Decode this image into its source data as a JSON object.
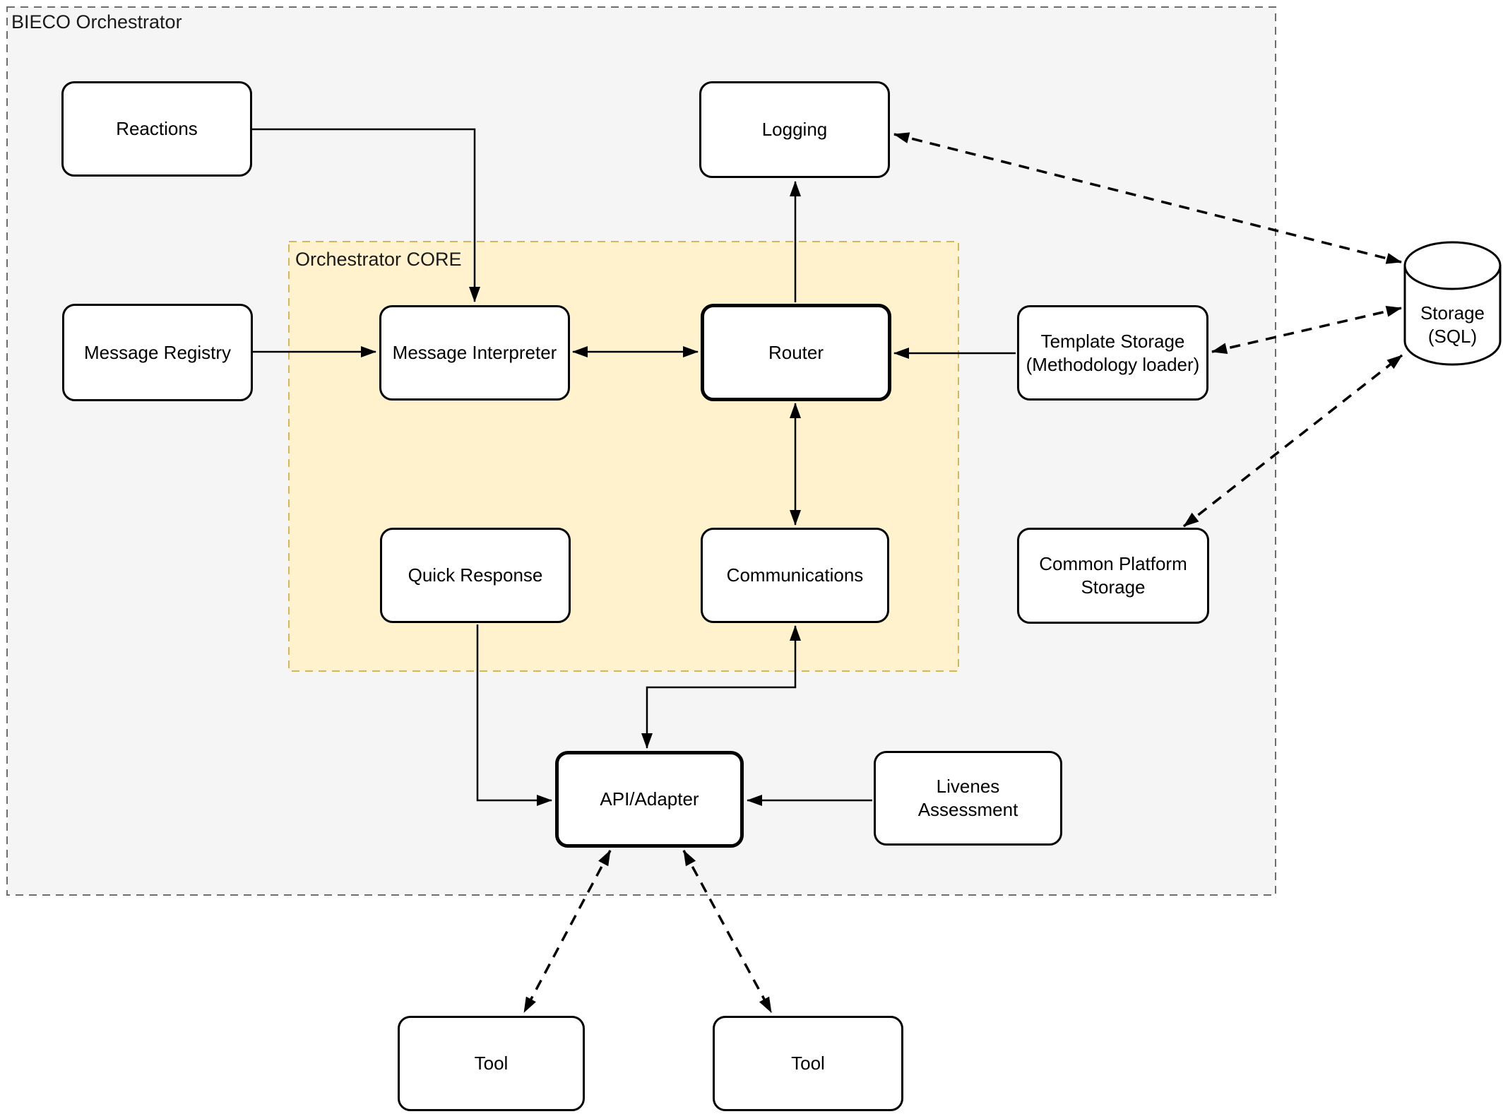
{
  "diagram": {
    "title": "BIECO Orchestrator",
    "core_label": "Orchestrator CORE",
    "nodes": {
      "reactions": {
        "label": "Reactions"
      },
      "logging": {
        "label": "Logging"
      },
      "message_registry": {
        "label": "Message Registry"
      },
      "message_interpreter": {
        "label": "Message Interpreter"
      },
      "router": {
        "label": "Router"
      },
      "template_storage": {
        "line1": "Template Storage",
        "line2": "(Methodology loader)"
      },
      "quick_response": {
        "label": "Quick Response"
      },
      "communications": {
        "label": "Communications"
      },
      "common_platform_storage": {
        "line1": "Common Platform",
        "line2": "Storage"
      },
      "api_adapter": {
        "label": "API/Adapter"
      },
      "livenes_assessment": {
        "line1": "Livenes",
        "line2": "Assessment"
      },
      "tool_left": {
        "label": "Tool"
      },
      "tool_right": {
        "label": "Tool"
      },
      "storage_sql": {
        "line1": "Storage",
        "line2": "(SQL)"
      }
    },
    "edges": [
      {
        "from": "Reactions",
        "to": "Message Interpreter",
        "style": "solid",
        "arrows": "end"
      },
      {
        "from": "Message Registry",
        "to": "Message Interpreter",
        "style": "solid",
        "arrows": "end"
      },
      {
        "from": "Message Interpreter",
        "to": "Router",
        "style": "solid",
        "arrows": "both"
      },
      {
        "from": "Router",
        "to": "Logging",
        "style": "solid",
        "arrows": "end"
      },
      {
        "from": "Router",
        "to": "Communications",
        "style": "solid",
        "arrows": "both"
      },
      {
        "from": "Template Storage (Methodology loader)",
        "to": "Router",
        "style": "solid",
        "arrows": "end"
      },
      {
        "from": "Quick Response",
        "to": "API/Adapter",
        "style": "solid",
        "arrows": "end"
      },
      {
        "from": "API/Adapter",
        "to": "Communications",
        "style": "solid",
        "arrows": "both"
      },
      {
        "from": "Livenes Assessment",
        "to": "API/Adapter",
        "style": "solid",
        "arrows": "end"
      },
      {
        "from": "Logging",
        "to": "Storage (SQL)",
        "style": "dashed",
        "arrows": "both"
      },
      {
        "from": "Template Storage (Methodology loader)",
        "to": "Storage (SQL)",
        "style": "dashed",
        "arrows": "both"
      },
      {
        "from": "Common Platform Storage",
        "to": "Storage (SQL)",
        "style": "dashed",
        "arrows": "both"
      },
      {
        "from": "API/Adapter",
        "to": "Tool (left)",
        "style": "dashed",
        "arrows": "both"
      },
      {
        "from": "API/Adapter",
        "to": "Tool (right)",
        "style": "dashed",
        "arrows": "both"
      }
    ],
    "colors": {
      "canvas_bg": "#ffffff",
      "orchestrator_fill": "#f5f5f5",
      "orchestrator_border": "#6e6e6e",
      "core_fill": "#fff2cc",
      "core_border": "#d6b656",
      "node_fill": "#ffffff",
      "node_border": "#000000",
      "connector": "#000000"
    }
  }
}
